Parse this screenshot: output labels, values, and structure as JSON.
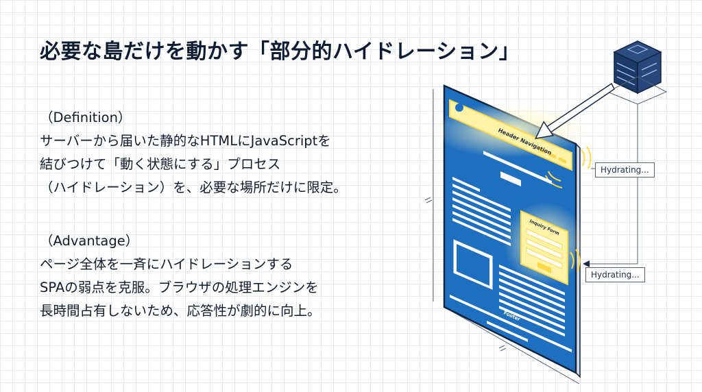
{
  "title": "必要な島だけを動かす「部分的ハイドレーション」",
  "definition": {
    "heading": "（Definition）",
    "lines": [
      "サーバーから届いた静的なHTMLにJavaScriptを",
      "結びつけて「動く状態にする」プロセス",
      "（ハイドレーション）を、必要な場所だけに限定。"
    ]
  },
  "advantage": {
    "heading": "（Advantage）",
    "lines": [
      "ページ全体を一斉にハイドレーションする",
      "SPAの弱点を克服。ブラウザの処理エンジンを",
      "長時間占有しないため、応答性が劇的に向上。"
    ]
  },
  "diagram": {
    "header_label": "Header Navigation",
    "form_label": "Inquiry Form",
    "footer_label": "Footer",
    "hydrating_labels": [
      "Hydrating...",
      "Hydrating..."
    ],
    "colors": {
      "page_blue": "#1f6fc0",
      "outline": "#0e2340",
      "highlight": "#fff3a8",
      "glow": "#ffd84a"
    },
    "icons": [
      "server-icon"
    ]
  }
}
